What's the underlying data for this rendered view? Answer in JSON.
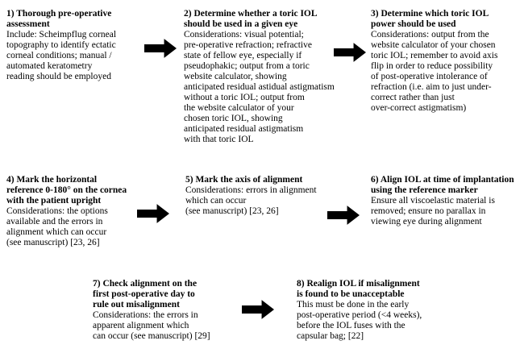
{
  "figure": {
    "type": "flowchart",
    "topic": "Toric IOL implantation workflow",
    "colors": {
      "background": "#ffffff",
      "text": "#000000",
      "arrow": "#000000"
    },
    "steps": [
      {
        "title": "1) Thorough pre-operative\nassessment",
        "body": "Include: Scheimpflug corneal\ntopography to identify ectatic\ncorneal conditions; manual /\nautomated keratometry\nreading should be employed"
      },
      {
        "title": "2) Determine whether a toric IOL\nshould be used in a given eye",
        "body": "Considerations: visual potential;\npre-operative refraction; refractive\nstate of fellow eye, especially if\npseudophakic; output from a toric\nwebsite calculator, showing\nanticipated residual astidual astigmatism\nwithout a toric IOL; output from\nthe website calculator of your\nchosen toric IOL, showing\nanticipated residual astigmatism\nwith that toric IOL"
      },
      {
        "title": "3) Determine which toric IOL\npower should be used",
        "body": "Considerations: output from the\nwebsite calculator of your chosen\ntoric IOL; remember to avoid axis\nflip in order to reduce possibility\nof post-operative intolerance of\nrefraction (i.e. aim to just under-\ncorrect rather than just\nover-correct astigmatism)"
      },
      {
        "title": "4) Mark the horizontal\nreference 0-180° on the cornea\nwith the patient upright",
        "body": "Considerations: the options\navailable and the errors in\nalignment which can occur\n(see manuscript) [23, 26]"
      },
      {
        "title": "5) Mark the axis of alignment",
        "body": "Considerations: errors in alignment\nwhich can occur\n(see manuscript) [23, 26]"
      },
      {
        "title": "6) Align IOL at time of implantation\nusing the reference marker",
        "body": "Ensure all viscoelastic material is\nremoved; ensure no parallax in\nviewing eye during alignment"
      },
      {
        "title": "7) Check alignment on the\nfirst post-operative day to\nrule out misalignment",
        "body": "Considerations: the errors in\napparent alignment which\ncan occur (see manuscript) [29]"
      },
      {
        "title": "8) Realign IOL if misalignment\nis found to be unacceptable",
        "body": "This must be done in the early\npost-operative period (<4 weeks),\nbefore the IOL fuses with the\ncapsular bag; [22]"
      }
    ],
    "arrows": [
      {
        "from": 1,
        "to": 2
      },
      {
        "from": 2,
        "to": 3
      },
      {
        "from": 4,
        "to": 5
      },
      {
        "from": 5,
        "to": 6
      },
      {
        "from": 7,
        "to": 8
      }
    ]
  }
}
